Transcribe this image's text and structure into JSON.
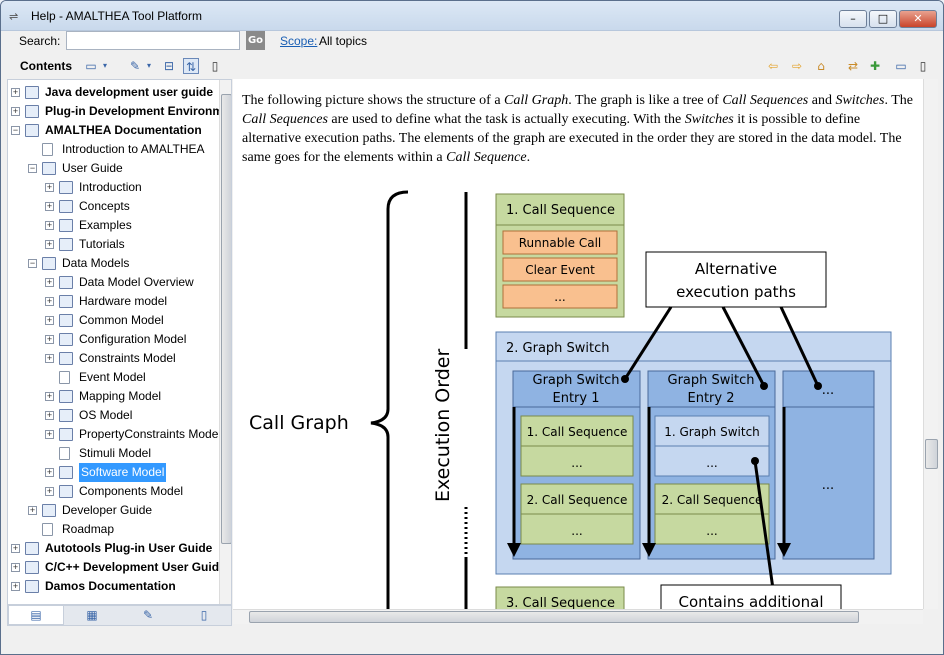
{
  "window": {
    "title": "Help - AMALTHEA Tool Platform",
    "minimize": "–",
    "maximize": "□",
    "close": "✕"
  },
  "search": {
    "label": "Search:",
    "value": "",
    "go": "Go",
    "scope_link": "Scope:",
    "scope_value": "All topics"
  },
  "toolbar": {
    "contents_label": "Contents"
  },
  "tree": [
    {
      "label": "Java development user guide",
      "bold": true,
      "level": 0,
      "tog": "+",
      "icon": "book"
    },
    {
      "label": "Plug-in Development Environment",
      "bold": true,
      "level": 0,
      "tog": "+",
      "icon": "book"
    },
    {
      "label": "AMALTHEA Documentation",
      "bold": true,
      "level": 0,
      "tog": "−",
      "icon": "book"
    },
    {
      "label": "Introduction to AMALTHEA",
      "level": 1,
      "tog": "",
      "icon": "page"
    },
    {
      "label": "User Guide",
      "level": 1,
      "tog": "−",
      "icon": "book"
    },
    {
      "label": "Introduction",
      "level": 2,
      "tog": "+",
      "icon": "book"
    },
    {
      "label": "Concepts",
      "level": 2,
      "tog": "+",
      "icon": "book"
    },
    {
      "label": "Examples",
      "level": 2,
      "tog": "+",
      "icon": "book"
    },
    {
      "label": "Tutorials",
      "level": 2,
      "tog": "+",
      "icon": "book"
    },
    {
      "label": "Data Models",
      "level": 1,
      "tog": "−",
      "icon": "book"
    },
    {
      "label": "Data Model Overview",
      "level": 2,
      "tog": "+",
      "icon": "book"
    },
    {
      "label": "Hardware model",
      "level": 2,
      "tog": "+",
      "icon": "book"
    },
    {
      "label": "Common Model",
      "level": 2,
      "tog": "+",
      "icon": "book"
    },
    {
      "label": "Configuration Model",
      "level": 2,
      "tog": "+",
      "icon": "book"
    },
    {
      "label": "Constraints Model",
      "level": 2,
      "tog": "+",
      "icon": "book"
    },
    {
      "label": "Event Model",
      "level": 2,
      "tog": "",
      "icon": "page"
    },
    {
      "label": "Mapping Model",
      "level": 2,
      "tog": "+",
      "icon": "book"
    },
    {
      "label": "OS Model",
      "level": 2,
      "tog": "+",
      "icon": "book"
    },
    {
      "label": "PropertyConstraints Model",
      "level": 2,
      "tog": "+",
      "icon": "book"
    },
    {
      "label": "Stimuli Model",
      "level": 2,
      "tog": "",
      "icon": "page"
    },
    {
      "label": "Software Model",
      "level": 2,
      "tog": "+",
      "icon": "book",
      "selected": true
    },
    {
      "label": "Components Model",
      "level": 2,
      "tog": "+",
      "icon": "book"
    },
    {
      "label": "Developer Guide",
      "level": 1,
      "tog": "+",
      "icon": "book"
    },
    {
      "label": "Roadmap",
      "level": 1,
      "tog": "",
      "icon": "page"
    },
    {
      "label": "Autotools Plug-in User Guide",
      "bold": true,
      "level": 0,
      "tog": "+",
      "icon": "book"
    },
    {
      "label": "C/C++ Development User Guide",
      "bold": true,
      "level": 0,
      "tog": "+",
      "icon": "book"
    },
    {
      "label": "Damos Documentation",
      "bold": true,
      "level": 0,
      "tog": "+",
      "icon": "book"
    }
  ],
  "content": {
    "paragraph_html_parts": [
      {
        "t": "The following picture shows the structure of a "
      },
      {
        "t": "Call Graph",
        "i": true
      },
      {
        "t": ". The graph is like a tree of "
      },
      {
        "t": "Call Sequences",
        "i": true
      },
      {
        "t": " and "
      },
      {
        "t": "Switches",
        "i": true
      },
      {
        "t": ". The "
      },
      {
        "t": "Call Sequences",
        "i": true
      },
      {
        "t": " are used to define what the task is actually executing. With the "
      },
      {
        "t": "Switches",
        "i": true
      },
      {
        "t": " it is possible to define alternative execution paths. The elements of the graph are executed in the order they are stored in the data model. The same goes for the elements within a "
      },
      {
        "t": "Call Sequence",
        "i": true
      },
      {
        "t": "."
      }
    ]
  },
  "diagram": {
    "call_graph": "Call Graph",
    "execution_order": "Execution Order",
    "seq1_title": "1. Call Sequence",
    "seq1_items": [
      "Runnable Call",
      "Clear Event",
      "..."
    ],
    "alt_paths": [
      "Alternative",
      "execution paths"
    ],
    "switch_title": "2. Graph Switch",
    "entry1": [
      "Graph Switch",
      "Entry 1"
    ],
    "entry2": [
      "Graph Switch",
      "Entry 2"
    ],
    "entry3": "...",
    "e1_seq1": "1. Call Sequence",
    "e1_seq1_dots": "...",
    "e1_seq2": "2. Call Sequence",
    "e1_seq2_dots": "...",
    "e2_switch": "1. Graph Switch",
    "e2_switch_dots": "...",
    "e2_seq2": "2. Call Sequence",
    "e2_seq2_dots": "...",
    "e3_dots": "...",
    "seq3_title": "3. Call Sequence",
    "contains": "Contains additional"
  },
  "colors": {
    "green": "#c6d9a0",
    "orange": "#f9c08f",
    "blue_light": "#c5d7f0",
    "blue_mid": "#8fb3e2",
    "blue_dark": "#6d98d3"
  }
}
